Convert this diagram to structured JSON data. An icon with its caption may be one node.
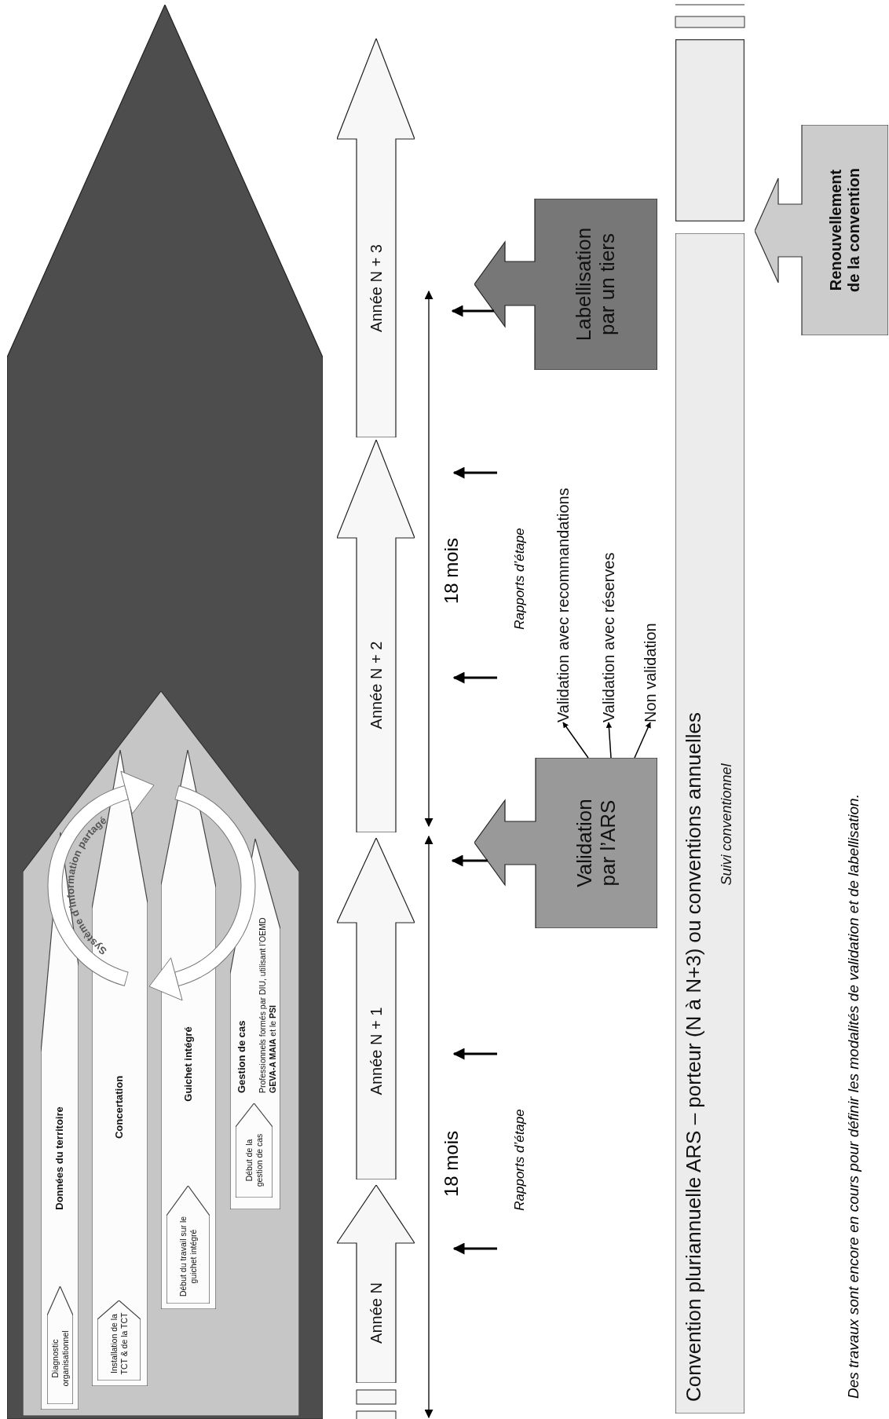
{
  "diagram": {
    "caption": "Des travaux sont encore en cours pour définir les modalités de validation et de labellisation.",
    "nodes": [
      {
        "text": [],
        "shape": "pentagon"
      },
      {
        "text": [],
        "shape": "pentagon",
        "in": 0
      },
      {
        "text": [
          "Données du territoire"
        ],
        "in": 1
      },
      {
        "text": [
          "Diagnostic organisationnel"
        ],
        "in": 2
      },
      {
        "text": [
          "Concertation"
        ],
        "in": 1
      },
      {
        "text": [
          "Installation de la TCT & de la TCT"
        ],
        "in": 4
      },
      {
        "text": [
          "Guichet intégré"
        ],
        "in": 1
      },
      {
        "text": [
          "Début du travail sur le guichet intégré"
        ],
        "in": 6
      },
      {
        "text": [
          "Gestion de cas",
          "Professionnels formés par DIU, utilisant l’OEMD **GEVA-A MAIA** et le **PSI**"
        ],
        "in": 1
      },
      {
        "text": [
          "Début de la gestion de cas"
        ],
        "in": 8
      },
      {
        "text": [
          "Système d’information partagé"
        ],
        "in": 1
      },
      {
        "text": [
          "Année N"
        ]
      },
      {
        "text": [
          "Année N + 1"
        ]
      },
      {
        "text": [
          "Année N + 2"
        ]
      },
      {
        "text": [
          "Année N + 3"
        ]
      },
      {
        "text": [
          "Validation par l’ARS"
        ]
      },
      {
        "text": [
          "Validation avec recommandations"
        ]
      },
      {
        "text": [
          "Validation avec réserves"
        ]
      },
      {
        "text": [
          "Non validation"
        ]
      },
      {
        "text": [
          "Labellisation par un tiers"
        ]
      },
      {
        "text": [
          "Convention pluriannuelle ARS – porteur (N à N+3) ou conventions annuelles",
          "Suivi conventionnel"
        ]
      },
      {
        "text": [],
        "shape": "bar"
      },
      {
        "text": [
          "Renouvellement de la convention"
        ]
      }
    ],
    "edges": [
      {
        "from": 15,
        "to": 16,
        "arrow": "to"
      },
      {
        "from": 15,
        "to": 17,
        "arrow": "to"
      },
      {
        "from": 15,
        "to": 18,
        "arrow": "to"
      },
      {
        "from": 15,
        "to": null,
        "arrow": "to"
      },
      {
        "from": 19,
        "to": null,
        "arrow": "to"
      }
    ],
    "labels": [
      "18 mois",
      "Rapports d’étape",
      "18 mois",
      "Rapports d’étape"
    ]
  }
}
